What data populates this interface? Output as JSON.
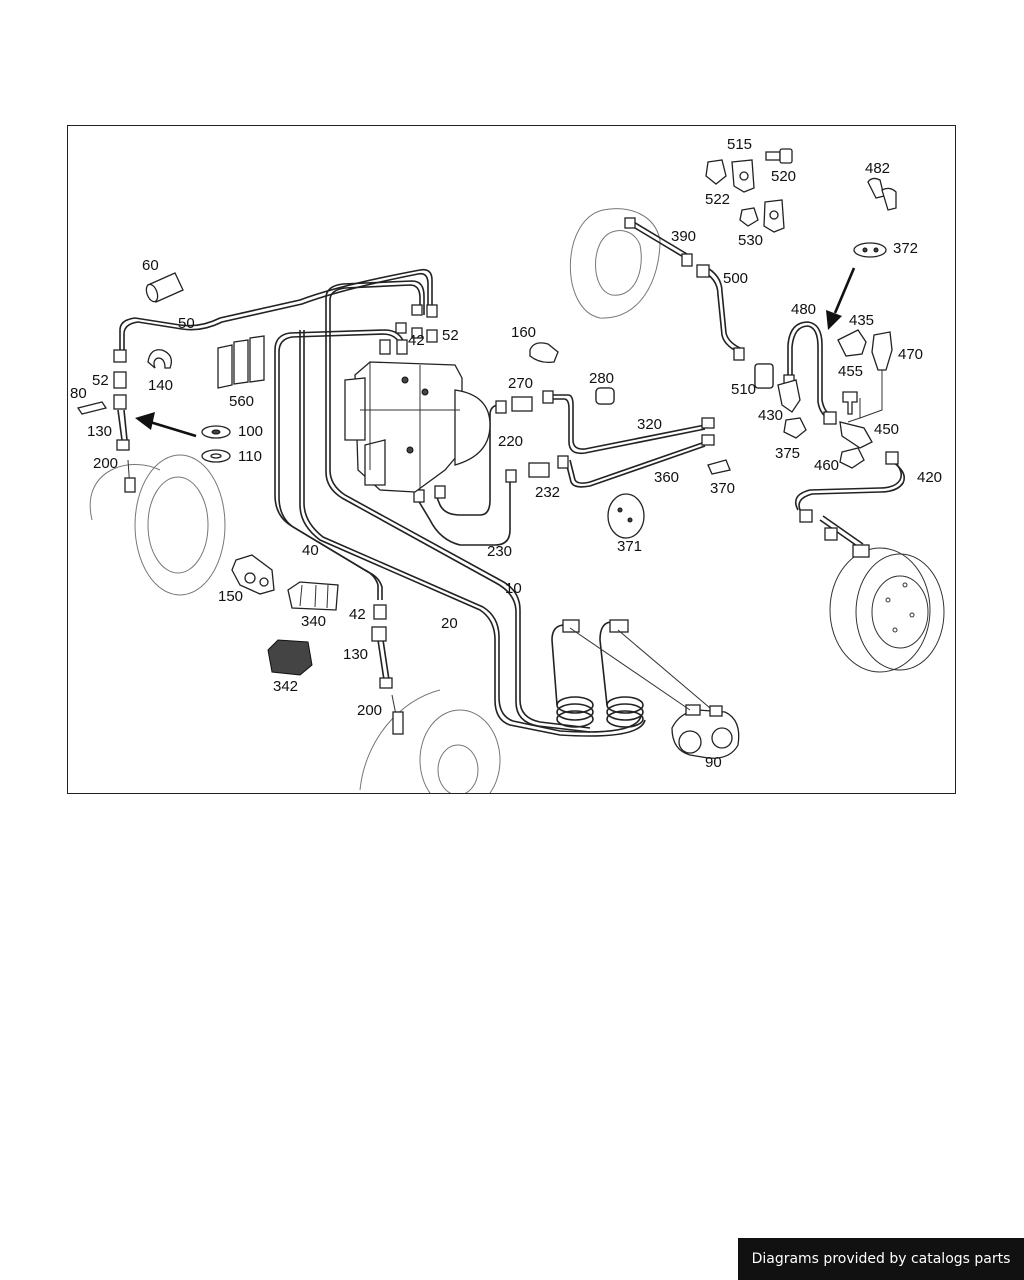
{
  "diagram": {
    "labels": {
      "p10": "10",
      "p20": "20",
      "p40": "40",
      "p42a": "42",
      "p42b": "42",
      "p50": "50",
      "p52a": "52",
      "p52b": "52",
      "p60": "60",
      "p80": "80",
      "p90": "90",
      "p100": "100",
      "p110": "110",
      "p130a": "130",
      "p130b": "130",
      "p140": "140",
      "p150": "150",
      "p160": "160",
      "p200a": "200",
      "p200b": "200",
      "p220": "220",
      "p230": "230",
      "p232": "232",
      "p270": "270",
      "p280": "280",
      "p320": "320",
      "p340": "340",
      "p342": "342",
      "p360": "360",
      "p370": "370",
      "p371": "371",
      "p372": "372",
      "p375": "375",
      "p390": "390",
      "p420": "420",
      "p430": "430",
      "p435": "435",
      "p450": "450",
      "p455": "455",
      "p460": "460",
      "p470": "470",
      "p480": "480",
      "p482": "482",
      "p500": "500",
      "p510": "510",
      "p515": "515",
      "p520": "520",
      "p522": "522",
      "p530": "530",
      "p560": "560"
    }
  },
  "footer": {
    "credit": "Diagrams provided by catalogs parts"
  }
}
